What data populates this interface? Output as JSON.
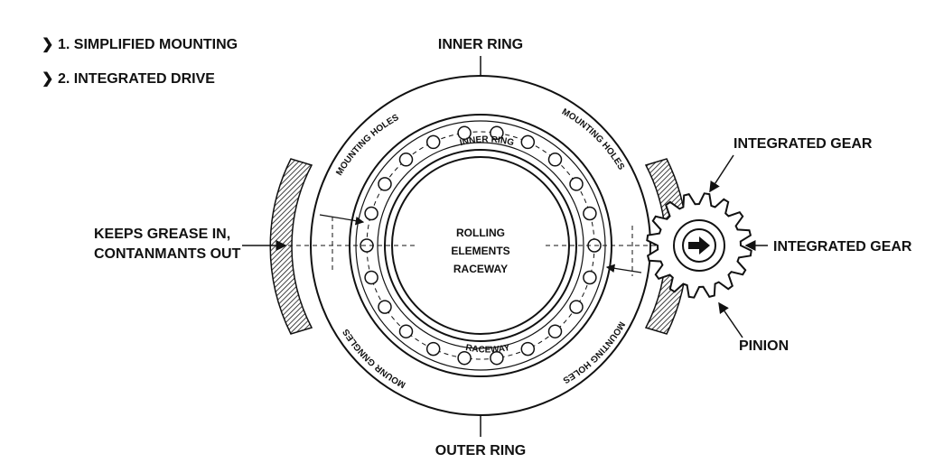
{
  "features": [
    {
      "marker": "❯",
      "text": "1. SIMPLIFIED MOUNTING"
    },
    {
      "marker": "❯",
      "text": "2. INTEGRATED DRIVE"
    }
  ],
  "labels": {
    "inner_ring_top": "INNER RING",
    "outer_ring_bottom": "OUTER RING",
    "seal_line1": "KEEPS GREASE IN,",
    "seal_line2": "CONTANMANTS OUT",
    "integrated_gear_top": "INTEGRATED GEAR",
    "integrated_gear_right": "INTEGRATED GEAR",
    "pinion": "PINION",
    "center_line1": "ROLLING",
    "center_line2": "ELEMENTS",
    "center_line3": "RACEWAY",
    "inner_ring_arc": "INNER RING",
    "raceway_arc": "RACEWAY",
    "mounting_holes_tl": "MOUNTING HOLES",
    "mounting_holes_tr": "MOUNTING HOLES",
    "mounting_holes_br": "MOUNTING HOLES",
    "mounting_holes_bl": "MOUNR GNNGLES"
  },
  "rolling_element_count": 22,
  "colors": {
    "line": "#111111",
    "background": "#ffffff"
  }
}
